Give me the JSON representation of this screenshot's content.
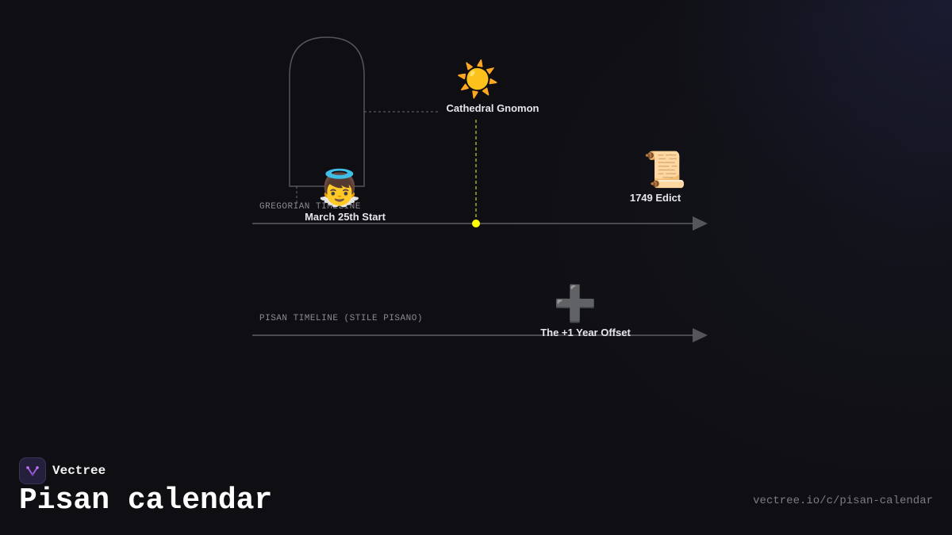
{
  "diagram": {
    "timelines": [
      {
        "label": "GREGORIAN TIMELINE"
      },
      {
        "label": "PISAN TIMELINE (STILE PISANO)"
      }
    ],
    "events": [
      {
        "icon": "sun-icon",
        "glyph": "☀️",
        "label": "Cathedral Gnomon"
      },
      {
        "icon": "angel-icon",
        "glyph": "👼",
        "label": "March 25th Start"
      },
      {
        "icon": "scroll-icon",
        "glyph": "📜",
        "label": "1749 Edict"
      },
      {
        "icon": "plus-icon",
        "glyph": "➕",
        "label": "The +1 Year Offset"
      }
    ],
    "colors": {
      "axis": "#4a4a50",
      "marker": "#ffff00",
      "guide": "#c8c832",
      "outline": "#55555c"
    }
  },
  "footer": {
    "brand": "Vectree",
    "title": "Pisan calendar",
    "url": "vectree.io/c/pisan-calendar"
  }
}
